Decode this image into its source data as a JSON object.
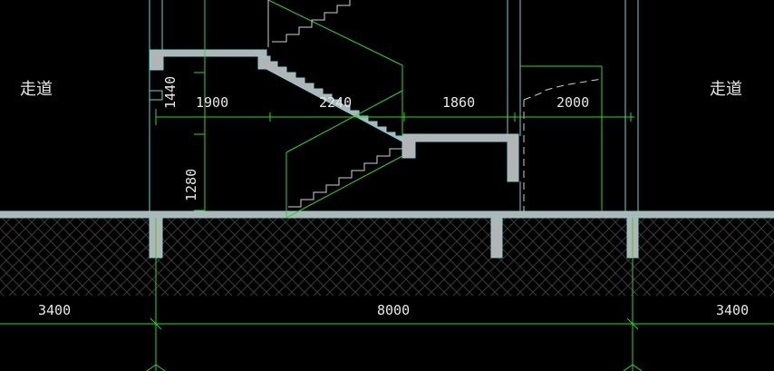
{
  "drawing": {
    "labels": {
      "corridor_left": "走道",
      "corridor_right": "走道"
    },
    "stair_dims": {
      "d1": "1900",
      "d2": "2240",
      "d3": "1860",
      "d4": "2000"
    },
    "vertical_dims": {
      "upper": "1440",
      "lower": "1280"
    },
    "bottom_dims": {
      "left": "3400",
      "middle": "8000",
      "right": "3400"
    },
    "colors": {
      "background": "#000000",
      "slab": "#b4b4b4",
      "slab_edge": "#73d5dc",
      "wall_line": "#6ad5d5",
      "dim_line": "#2bd62b",
      "stair_line": "#d0d0d0",
      "text": "#e6e6e6",
      "hatch": "#3a3a3a"
    }
  }
}
